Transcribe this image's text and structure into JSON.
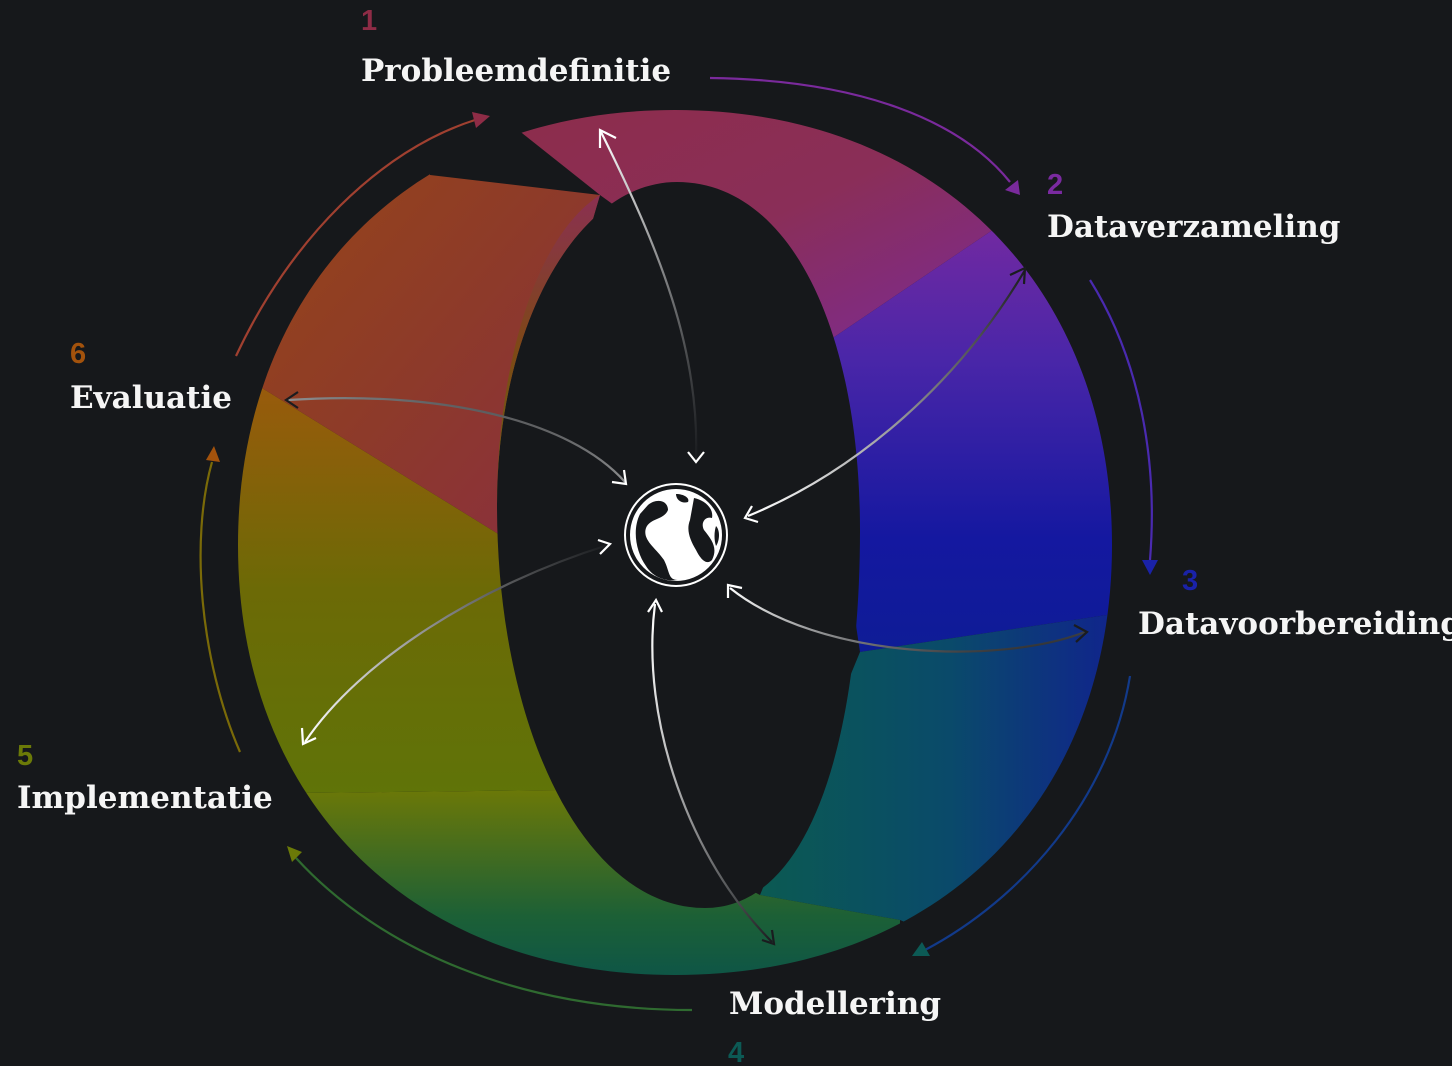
{
  "phases": [
    {
      "number": "1",
      "label": "Probleemdefinitie",
      "color": "#8e2c46"
    },
    {
      "number": "2",
      "label": "Dataverzameling",
      "color": "#7a2aa0"
    },
    {
      "number": "3",
      "label": "Datavoorbereiding",
      "color": "#1a22a8"
    },
    {
      "number": "4",
      "label": "Modellering",
      "color": "#0c5a55"
    },
    {
      "number": "5",
      "label": "Implementatie",
      "color": "#6b7a08"
    },
    {
      "number": "6",
      "label": "Evaluatie",
      "color": "#a3520c"
    }
  ],
  "center_icon": "globe-icon"
}
